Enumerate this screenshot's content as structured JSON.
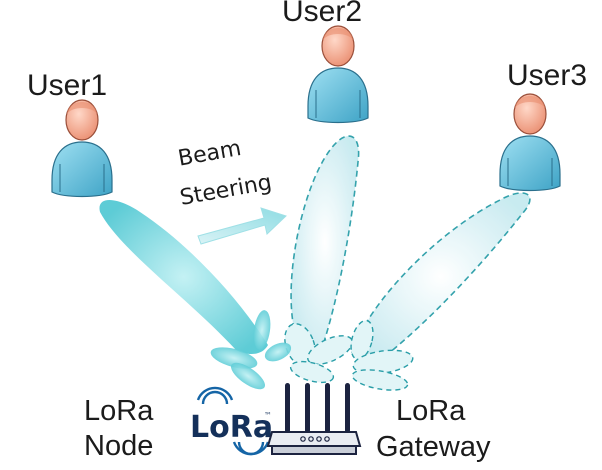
{
  "users": [
    {
      "label": "User1"
    },
    {
      "label": "User2"
    },
    {
      "label": "User3"
    }
  ],
  "beam_steering": {
    "line1": "Beam",
    "line2": "Steering"
  },
  "lora_node": {
    "line1": "LoRa",
    "line2": "Node"
  },
  "lora_gateway": {
    "line1": "LoRa",
    "line2": "Gateway"
  },
  "logo": {
    "text": "LoRa",
    "tm": "™"
  },
  "colors": {
    "beam_solid": "#5fd0d8",
    "beam_faded": "#cdeef3",
    "beam_dash": "#2a9ea8",
    "user_body": "#5ab8d6",
    "user_head": "#f2a98c",
    "logo_blue": "#1565a6",
    "logo_dark": "#14305a",
    "antenna": "#1c2340"
  },
  "icons": [
    "person-icon",
    "lora-logo-icon",
    "gateway-router-icon",
    "steering-arrow-icon"
  ]
}
